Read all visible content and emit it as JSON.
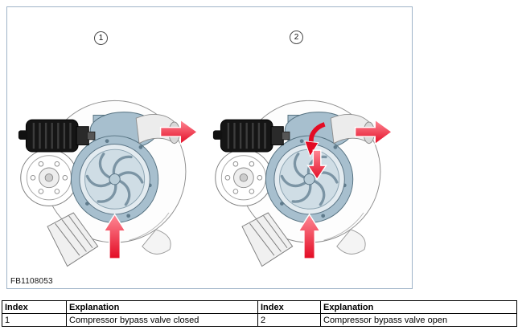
{
  "figure": {
    "id": "FB1108053",
    "callouts": [
      {
        "label": "1",
        "meaning": "Compressor bypass valve closed"
      },
      {
        "label": "2",
        "meaning": "Compressor bypass valve open"
      }
    ]
  },
  "table": {
    "headers": [
      "Index",
      "Explanation",
      "Index",
      "Explanation"
    ],
    "rows": [
      [
        "1",
        "Compressor bypass valve closed",
        "2",
        "Compressor bypass valve open"
      ]
    ]
  },
  "colors": {
    "arrow_red": "#e30b24",
    "arrow_red_light": "#ff8a96",
    "housing_blue": "#a7bfce",
    "housing_blue_dark": "#54707f",
    "frame_border": "#9fb3c8",
    "table_border": "#000000"
  }
}
